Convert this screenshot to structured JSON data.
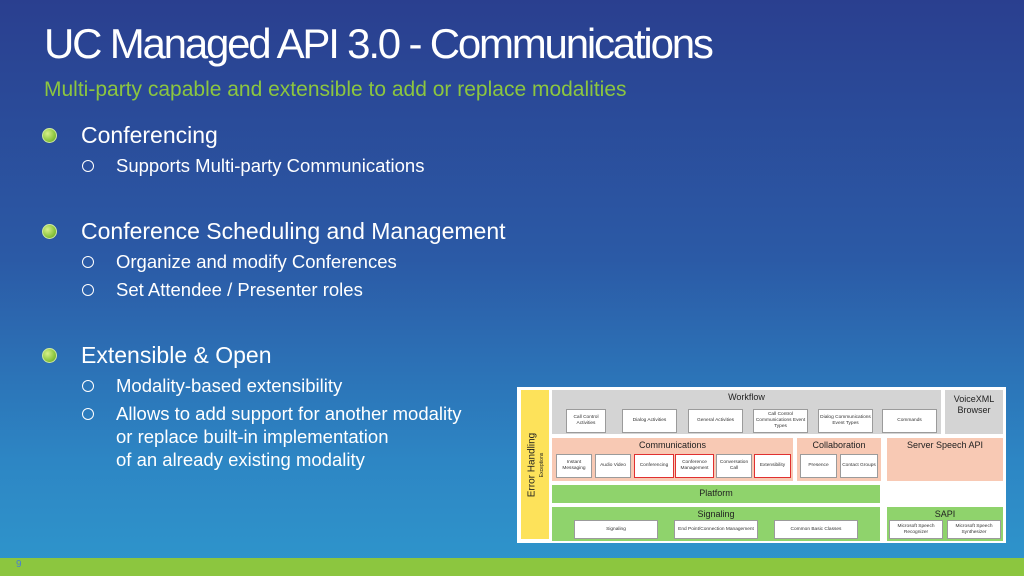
{
  "title": "UC Managed API 3.0 - Communications",
  "subtitle": "Multi-party capable and extensible to add or replace modalities",
  "slide_number": "9",
  "bullets": [
    {
      "text": "Conferencing",
      "subs": [
        "Supports Multi-party Communications"
      ]
    },
    {
      "text": "Conference Scheduling and Management",
      "subs": [
        "Organize and modify Conferences",
        "Set Attendee / Presenter roles"
      ]
    },
    {
      "text": "Extensible & Open",
      "subs": [
        "Modality-based extensibility",
        "Allows to add support for another modality",
        "or replace built-in implementation",
        "of an already existing modality"
      ]
    }
  ],
  "diagram": {
    "error_handling": "Error Handling",
    "exceptions": "Exceptions",
    "workflow": {
      "label": "Workflow",
      "items": [
        "Call Control Activities",
        "Dialog Activities",
        "General Activities",
        "Call Control Communications Event Types",
        "Dialog Communications Event Types",
        "Commands"
      ]
    },
    "voicexml": "VoiceXML Browser",
    "communications": {
      "label": "Communications",
      "items": [
        "Instant Messaging",
        "Audio Video",
        "Conferencing",
        "Conference Management",
        "Conversation Call",
        "Extensibility"
      ]
    },
    "collaboration": {
      "label": "Collaboration",
      "items": [
        "Presence",
        "Contact Groups"
      ]
    },
    "server_speech": "Server Speech API",
    "platform": "Platform",
    "signaling": {
      "label": "Signaling",
      "items": [
        "Signaling",
        "End Point/Connection Management",
        "Common Basic Classes"
      ]
    },
    "sapi": {
      "label": "SAPI",
      "items": [
        "Microsoft Speech Recognizer",
        "Microsoft Speech Synthesizer"
      ]
    }
  },
  "colors": {
    "title": "#ffffff",
    "subtitle": "#8cc63f",
    "accent_bar": "#8cc63f"
  }
}
